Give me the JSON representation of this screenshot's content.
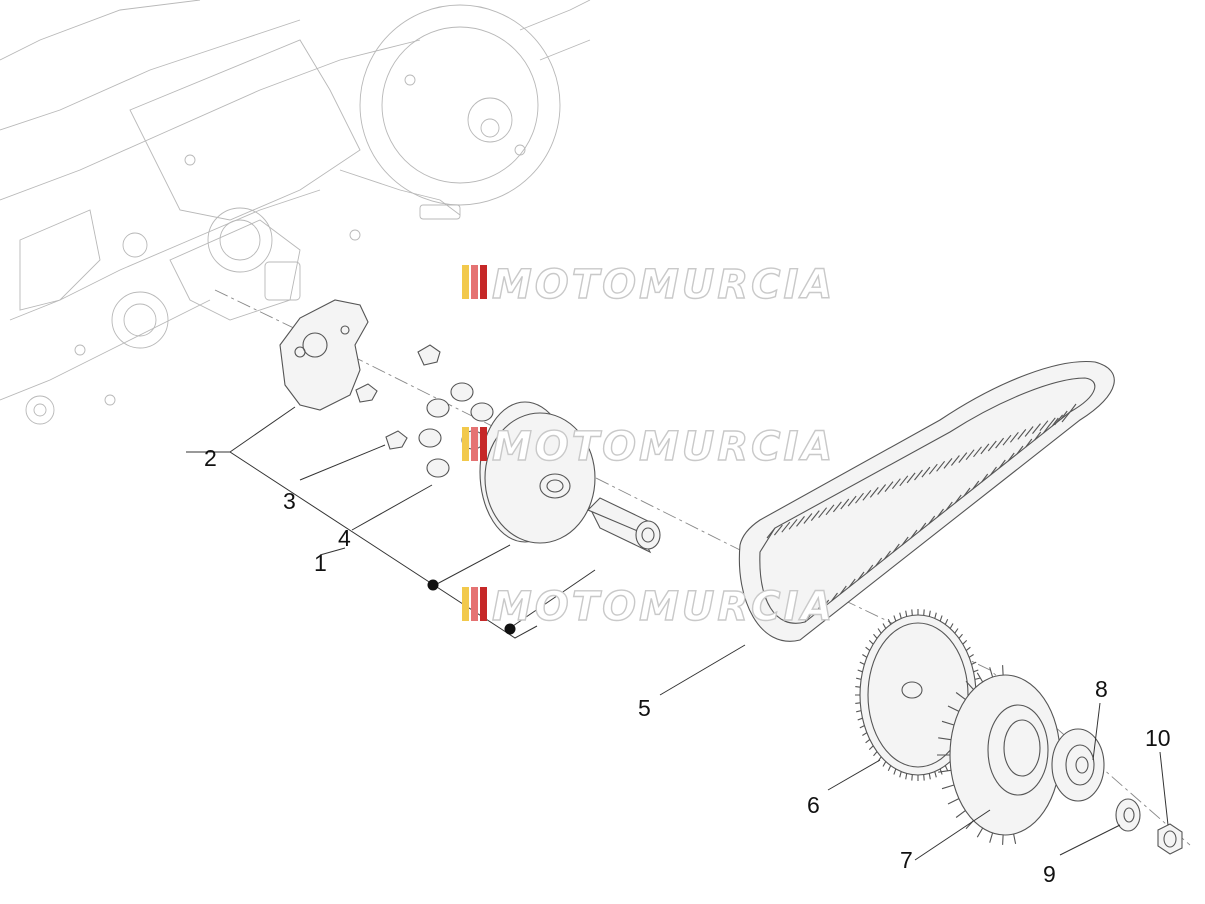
{
  "watermark": {
    "text": "MOTOMURCIA",
    "stripe_colors": [
      "#f2c94c",
      "#e57373",
      "#c62828"
    ]
  },
  "labels": [
    {
      "id": "1",
      "text": "1"
    },
    {
      "id": "2",
      "text": "2"
    },
    {
      "id": "3",
      "text": "3"
    },
    {
      "id": "4",
      "text": "4"
    },
    {
      "id": "5",
      "text": "5"
    },
    {
      "id": "6",
      "text": "6"
    },
    {
      "id": "7",
      "text": "7"
    },
    {
      "id": "8",
      "text": "8"
    },
    {
      "id": "9",
      "text": "9"
    },
    {
      "id": "10",
      "text": "10"
    }
  ],
  "colors": {
    "line": "#333333",
    "part_stroke": "#555555",
    "background_art": "#b8b8b8"
  }
}
